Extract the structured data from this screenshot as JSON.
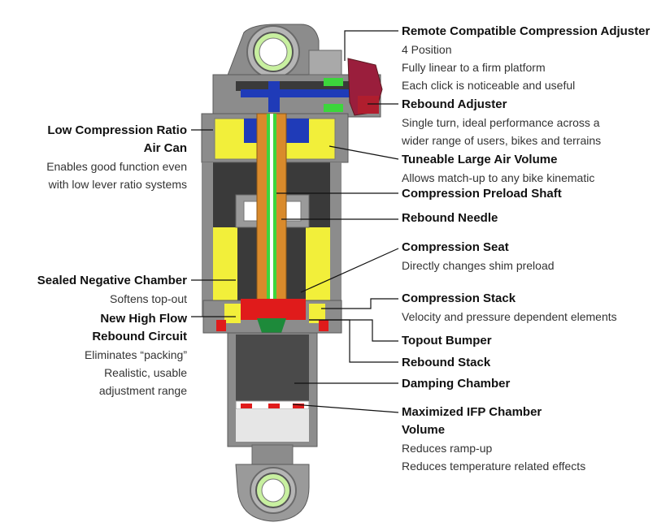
{
  "callouts": {
    "remote_adjuster": {
      "title": "Remote Compatible Compression Adjuster",
      "lines": [
        "4 Position",
        "Fully linear to a firm platform",
        "Each click is noticeable and useful"
      ]
    },
    "rebound_adjuster": {
      "title": "Rebound Adjuster",
      "lines": [
        "Single turn, ideal performance across a",
        "wider range of users, bikes and terrains"
      ]
    },
    "air_volume": {
      "title": "Tuneable Large Air Volume",
      "lines": [
        "Allows match-up to any bike kinematic"
      ]
    },
    "preload_shaft": {
      "title": "Compression Preload Shaft"
    },
    "rebound_needle": {
      "title": "Rebound Needle"
    },
    "compression_seat": {
      "title": "Compression Seat",
      "lines": [
        "Directly changes shim preload"
      ]
    },
    "compression_stack": {
      "title": "Compression Stack",
      "lines": [
        "Velocity and pressure dependent elements"
      ]
    },
    "topout_bumper": {
      "title": "Topout Bumper"
    },
    "rebound_stack": {
      "title": "Rebound Stack"
    },
    "damping_chamber": {
      "title": "Damping Chamber"
    },
    "ifp_chamber": {
      "title_lines": [
        "Maximized IFP Chamber",
        "Volume"
      ],
      "lines": [
        "Reduces ramp-up",
        "Reduces temperature related effects"
      ]
    },
    "air_can": {
      "title_lines": [
        "Low Compression Ratio",
        "Air Can"
      ],
      "lines": [
        "Enables good function even",
        "with low lever ratio systems"
      ]
    },
    "negative_chamber": {
      "title": "Sealed Negative Chamber",
      "lines": [
        "Softens top-out"
      ]
    },
    "rebound_circuit": {
      "title_lines": [
        "New High Flow",
        "Rebound Circuit"
      ],
      "lines": [
        "Eliminates “packing”",
        "Realistic, usable",
        "adjustment range"
      ]
    }
  },
  "colors": {
    "body_gray": "#8c8c8c",
    "dark_gray": "#4a4a4a",
    "yellow": "#f2ef3a",
    "green": "#3cd63c",
    "orange": "#d98a2b",
    "blue": "#1f3bb8",
    "red": "#e01b1b",
    "maroon": "#9a1e3c",
    "eyelet_green": "#c8f0a0"
  }
}
